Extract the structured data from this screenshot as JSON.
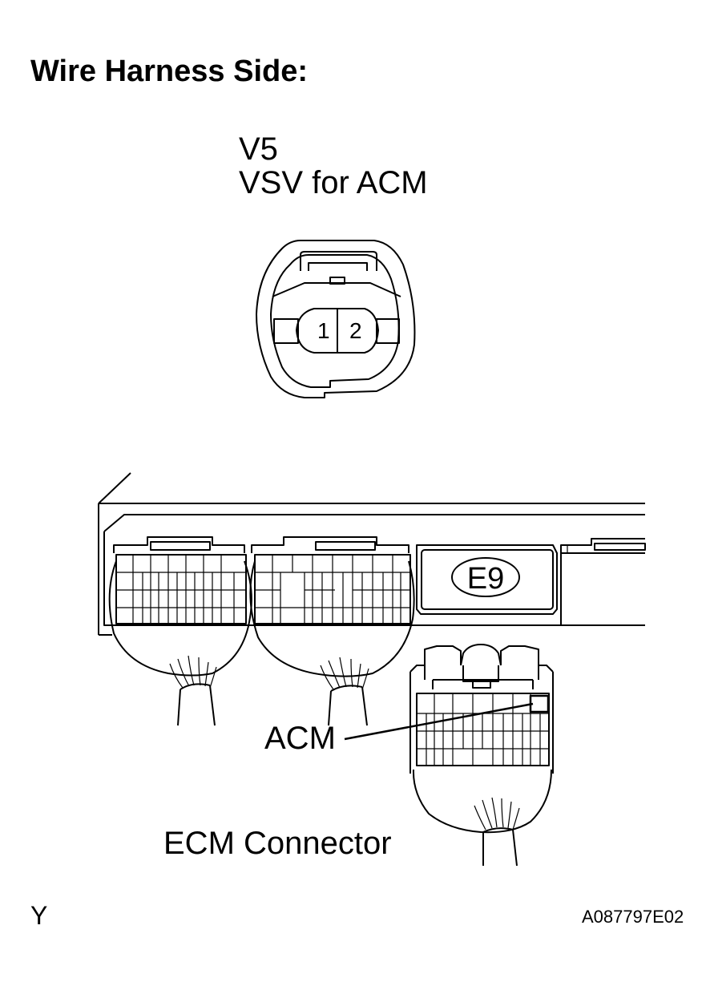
{
  "title": "Wire Harness Side:",
  "v5_connector": {
    "code": "V5",
    "name": "VSV for ACM",
    "pins": [
      "1",
      "2"
    ]
  },
  "ecm": {
    "connector_code": "E9",
    "terminal_label": "ACM",
    "caption": "ECM Connector"
  },
  "corner_mark": "Y",
  "figure_code": "A087797E02"
}
